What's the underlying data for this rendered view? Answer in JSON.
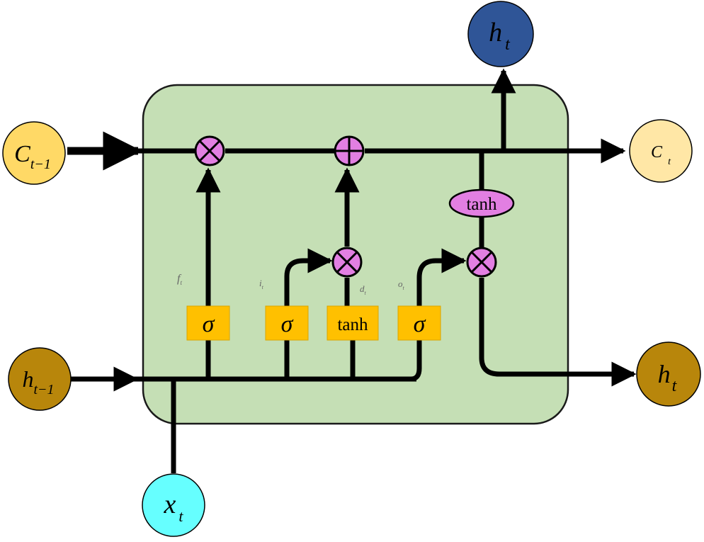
{
  "colors": {
    "cell_fill": "#c5dfb5",
    "cell_stroke": "#1a1a1a",
    "gate_fill": "#ffc000",
    "op_fill": "#e27fe2",
    "cell_state_node": "#ffd966",
    "cell_state_out_node": "#ffe7a6",
    "hidden_node": "#b8860b",
    "output_top_node": "#2f5597",
    "input_node": "#66ffff"
  },
  "nodes": {
    "c_prev": {
      "base": "C",
      "sub": "t−1"
    },
    "c_next": {
      "base": "C",
      "sub": "t"
    },
    "h_prev": {
      "base": "h",
      "sub": "t−1"
    },
    "h_next": {
      "base": "h",
      "sub": "t"
    },
    "h_top": {
      "base": "h",
      "sub": "t"
    },
    "x_in": {
      "base": "x",
      "sub": "t"
    }
  },
  "gates": {
    "forget": {
      "symbol": "σ",
      "label_base": "f",
      "label_sub": "t"
    },
    "input": {
      "symbol": "σ",
      "label_base": "i",
      "label_sub": "t"
    },
    "candidate": {
      "symbol": "tanh",
      "label_base": "d",
      "label_sub": "t"
    },
    "output": {
      "symbol": "σ",
      "label_base": "o",
      "label_sub": "t"
    }
  },
  "ops": {
    "mul_forget": "⊗",
    "add_cell": "⊕",
    "mul_input": "⊗",
    "mul_output": "⊗",
    "cell_tanh": "tanh"
  }
}
